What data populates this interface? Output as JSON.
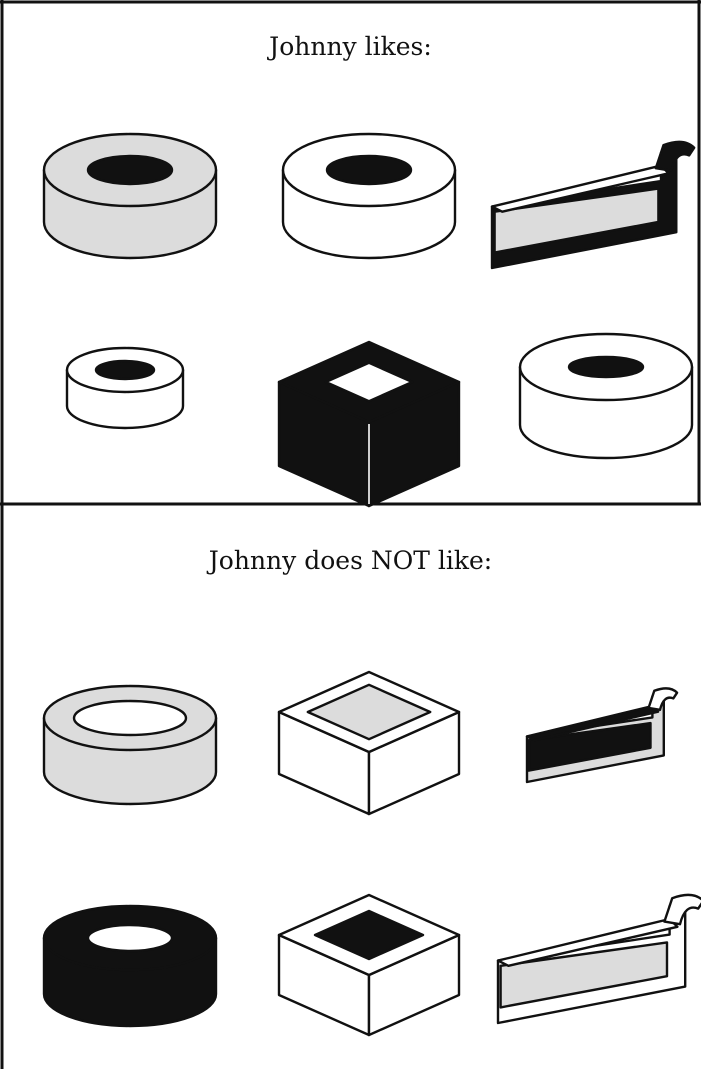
{
  "panels": [
    {
      "title": "Johnny likes:",
      "items": [
        {
          "shape": "ring-cake",
          "top_color": "light-gray",
          "side_color": "light-gray",
          "center_color": "black"
        },
        {
          "shape": "ring-cake",
          "top_color": "white",
          "side_color": "white",
          "center_color": "black"
        },
        {
          "shape": "cake-slice",
          "top_color": "light-gray",
          "base_color": "black"
        },
        {
          "shape": "ring-cake-small",
          "top_color": "white",
          "side_color": "white",
          "center_color": "black"
        },
        {
          "shape": "square-box",
          "top_color": "black",
          "side_color": "black",
          "center_color": "white"
        },
        {
          "shape": "ring-cake",
          "top_color": "white",
          "side_color": "white",
          "center_color": "black"
        }
      ]
    },
    {
      "title": "Johnny does NOT like:",
      "items": [
        {
          "shape": "ring-cake",
          "top_color": "light-gray",
          "side_color": "light-gray",
          "center_color": "white"
        },
        {
          "shape": "square-box",
          "top_color": "white",
          "side_color": "white",
          "center_color": "light-gray"
        },
        {
          "shape": "cake-slice",
          "top_color": "black",
          "base_color": "light-gray"
        },
        {
          "shape": "ring-cake",
          "top_color": "black",
          "side_color": "black",
          "center_color": "white"
        },
        {
          "shape": "square-box",
          "top_color": "white",
          "side_color": "white",
          "center_color": "black"
        },
        {
          "shape": "cake-slice",
          "top_color": "light-gray",
          "base_color": "white"
        }
      ]
    }
  ],
  "colors": {
    "black": "#111111",
    "white": "#ffffff",
    "light-gray": "#dcdcdc",
    "stroke": "#111111"
  }
}
